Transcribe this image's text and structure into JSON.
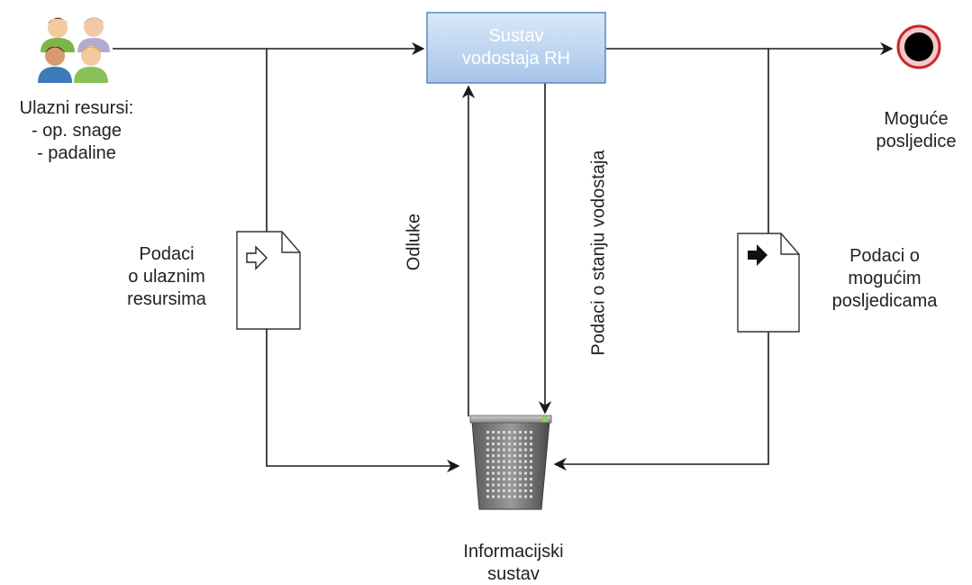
{
  "system_box": {
    "line1": "Sustav",
    "line2": "vodostaja RH"
  },
  "inputs": {
    "title": "Ulazni resursi:",
    "items": [
      "- op. snage",
      "- padaline"
    ]
  },
  "end_event": {
    "line1": "Moguće",
    "line2": "posljedice"
  },
  "doc_left": {
    "line1": "Podaci",
    "line2": "o ulaznim",
    "line3": "resursima"
  },
  "doc_right": {
    "line1": "Podaci o",
    "line2": "mogućim",
    "line3": "posljedicama"
  },
  "edge_labels": {
    "decisions": "Odluke",
    "state_data": "Podaci o stanju vodostaja"
  },
  "info_system": {
    "line1": "Informacijski",
    "line2": "sustav"
  },
  "colors": {
    "box_fill_top": "#d6e6f7",
    "box_fill_bottom": "#a9c7ea",
    "box_stroke": "#5b87c0",
    "end_ring": "#c8282e",
    "line": "#1a1a1a"
  }
}
